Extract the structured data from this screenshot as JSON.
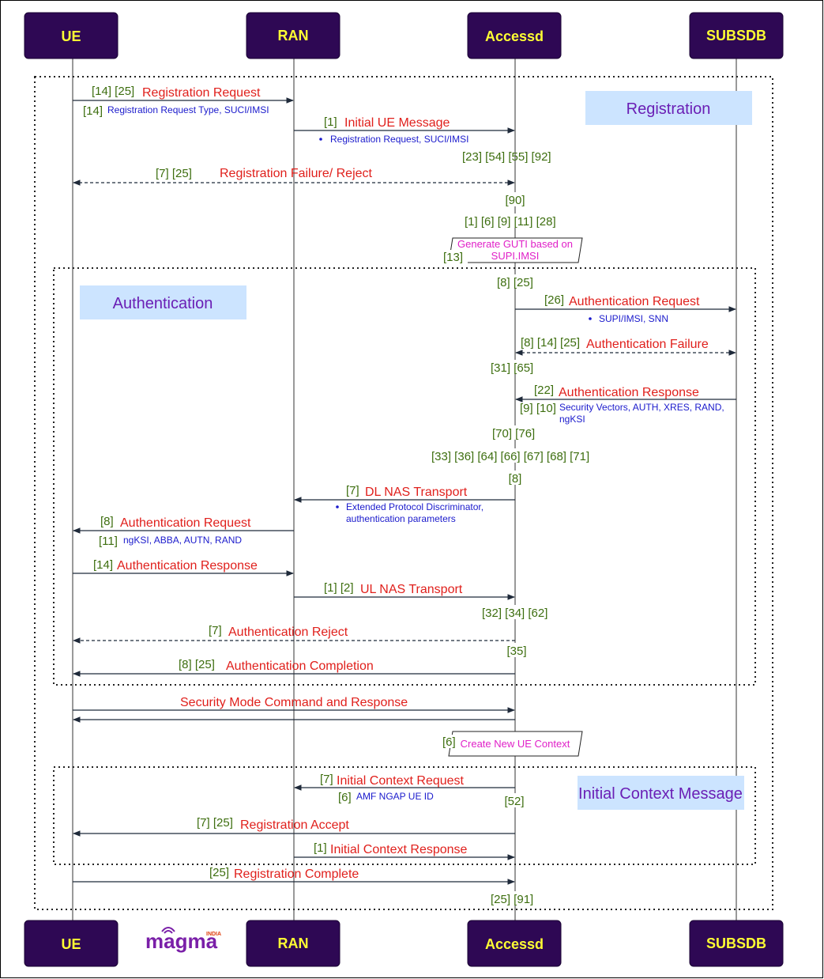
{
  "actors": [
    "UE",
    "RAN",
    "Accessd",
    "SUBSDB"
  ],
  "groups": {
    "registration": "Registration",
    "authentication": "Authentication",
    "initial_context": "Initial Context Message"
  },
  "logo": {
    "text": "magma",
    "tag": "INDIA",
    "brand_color": "#7a1fa8"
  },
  "messages": [
    {
      "id": "m1",
      "refs": "[14] [25]",
      "label": "Registration Request"
    },
    {
      "id": "m2",
      "refs": "[1]",
      "label": "Initial UE Message"
    },
    {
      "id": "m3",
      "refs": "[7] [25]",
      "label": "Registration Failure/ Reject"
    },
    {
      "id": "m4",
      "refs": "[26]",
      "label": "Authentication Request"
    },
    {
      "id": "m5",
      "refs": "[8] [14] [25]",
      "label": "Authentication Failure"
    },
    {
      "id": "m6",
      "refs": "[22]",
      "label": "Authentication Response"
    },
    {
      "id": "m7",
      "refs": "[7]",
      "label": "DL NAS Transport"
    },
    {
      "id": "m8",
      "refs": "[8]",
      "label": "Authentication Request"
    },
    {
      "id": "m9",
      "refs": "[14]",
      "label": "Authentication Response"
    },
    {
      "id": "m10",
      "refs": "[1] [2]",
      "label": "UL NAS Transport"
    },
    {
      "id": "m11",
      "refs": "[7]",
      "label": "Authentication Reject"
    },
    {
      "id": "m12",
      "refs": "[8] [25]",
      "label": "Authentication Completion"
    },
    {
      "id": "m13",
      "refs": "",
      "label": "Security Mode Command and Response"
    },
    {
      "id": "m14",
      "refs": "[7]",
      "label": "Initial Context Request"
    },
    {
      "id": "m15",
      "refs": "[7] [25]",
      "label": "Registration Accept"
    },
    {
      "id": "m16",
      "refs": "[1]",
      "label": "Initial Context Response"
    },
    {
      "id": "m17",
      "refs": "[25]",
      "label": "Registration Complete"
    }
  ],
  "details": {
    "reg_req": {
      "ref": "[14]",
      "text": "Registration Request Type, SUCI/IMSI"
    },
    "init_ue": "Registration Request, SUCI/IMSI",
    "auth_req_subsdb": "SUPI/IMSI, SNN",
    "auth_resp_subsdb": {
      "ref": "[9] [10]",
      "line1": "Security Vectors, AUTH, XRES, RAND,",
      "line2": "ngKSI"
    },
    "dl_nas": {
      "line1": "Extended Protocol Discriminator,",
      "line2": "authentication parameters"
    },
    "auth_req_ue": {
      "ref": "[11]",
      "text": "ngKSI, ABBA, AUTN, RAND"
    },
    "init_ctx_req": {
      "ref": "[6]",
      "text": "AMF NGAP UE ID"
    }
  },
  "accessd_refs": {
    "r1": "[23] [54] [55] [92]",
    "r2": "[90]",
    "r3": "[1] [6] [9] [11] [28]",
    "r4": "[8] [25]",
    "r5": "[31] [65]",
    "r6": "[70] [76]",
    "r7": "[33] [36] [64] [66] [67] [68] [71]",
    "r8": "[8]",
    "r9": "[32] [34] [62]",
    "r10": "[35]",
    "r11": "[52]",
    "r12": "[25] [91]"
  },
  "notes": {
    "guti": {
      "ref": "[13]",
      "line1": "Generate GUTI based on",
      "line2": "SUPI.IMSI"
    },
    "ue_context": {
      "ref": "[6]",
      "text": "Create New UE Context"
    }
  }
}
